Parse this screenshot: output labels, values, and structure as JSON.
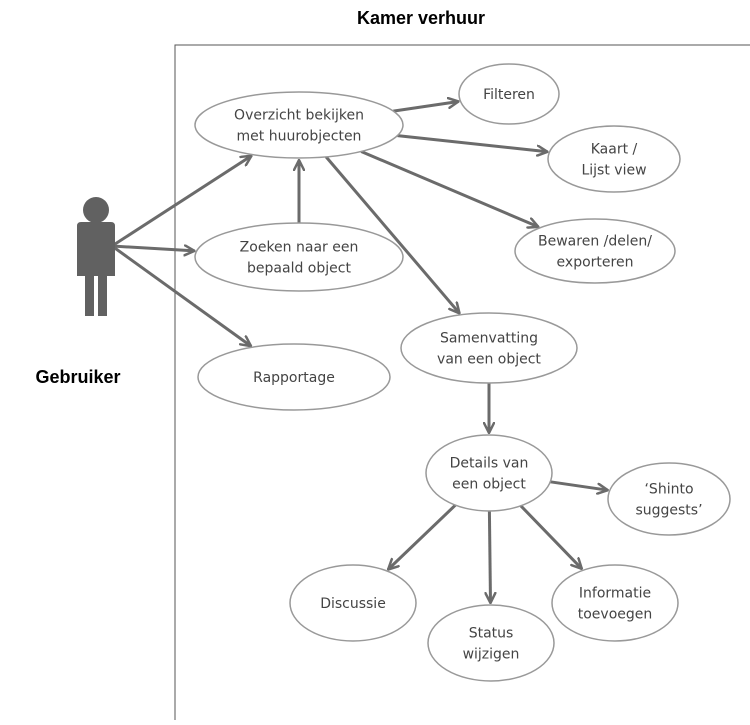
{
  "title": "Kamer verhuur",
  "actor": {
    "label": "Gebruiker",
    "icon": "person-icon"
  },
  "colors": {
    "line": "#6b6b6b",
    "ellipse_border": "#999999",
    "text": "#444444",
    "actor": "#616161"
  },
  "use_cases": [
    {
      "id": "overzicht",
      "lines": [
        "Overzicht bekijken",
        "met huurobjecten"
      ]
    },
    {
      "id": "filteren",
      "lines": [
        "Filteren"
      ]
    },
    {
      "id": "kaart",
      "lines": [
        "Kaart /",
        "Lijst view"
      ]
    },
    {
      "id": "bewaren",
      "lines": [
        "Bewaren /delen/",
        "exporteren"
      ]
    },
    {
      "id": "zoeken",
      "lines": [
        "Zoeken naar een",
        "bepaald object"
      ]
    },
    {
      "id": "rapportage",
      "lines": [
        "Rapportage"
      ]
    },
    {
      "id": "samenvatting",
      "lines": [
        "Samenvatting",
        "van een object"
      ]
    },
    {
      "id": "details",
      "lines": [
        "Details van",
        "een object"
      ]
    },
    {
      "id": "shinto",
      "lines": [
        "‘Shinto",
        "suggests’"
      ]
    },
    {
      "id": "discussie",
      "lines": [
        "Discussie"
      ]
    },
    {
      "id": "status",
      "lines": [
        "Status",
        "wijzigen"
      ]
    },
    {
      "id": "informatie",
      "lines": [
        "Informatie",
        "toevoegen"
      ]
    }
  ],
  "associations": [
    {
      "from": "actor",
      "to": "overzicht"
    },
    {
      "from": "actor",
      "to": "zoeken"
    },
    {
      "from": "actor",
      "to": "rapportage"
    },
    {
      "from": "zoeken",
      "to": "overzicht"
    },
    {
      "from": "overzicht",
      "to": "filteren"
    },
    {
      "from": "overzicht",
      "to": "kaart"
    },
    {
      "from": "overzicht",
      "to": "bewaren"
    },
    {
      "from": "overzicht",
      "to": "samenvatting"
    },
    {
      "from": "samenvatting",
      "to": "details"
    },
    {
      "from": "details",
      "to": "shinto"
    },
    {
      "from": "details",
      "to": "discussie"
    },
    {
      "from": "details",
      "to": "status"
    },
    {
      "from": "details",
      "to": "informatie"
    }
  ]
}
